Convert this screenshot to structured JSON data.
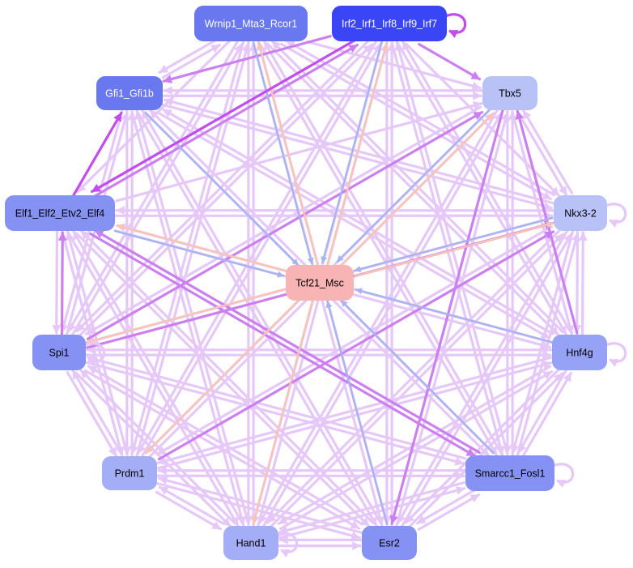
{
  "nodes": [
    {
      "id": "wrnip1",
      "label": "Wrnip1_Mta3_Rcor1",
      "fill": "#6a78f0",
      "text": "#ffffff"
    },
    {
      "id": "irf",
      "label": "Irf2_Irf1_Irf8_Irf9_Irf7",
      "fill": "#3a46f5",
      "text": "#ffffff"
    },
    {
      "id": "gfi1",
      "label": "Gfi1_Gfi1b",
      "fill": "#6a78f0",
      "text": "#ffffff"
    },
    {
      "id": "tbx5",
      "label": "Tbx5",
      "fill": "#b8c2f7",
      "text": "#000000"
    },
    {
      "id": "elf",
      "label": "Elf1_Elf2_Etv2_Elf4",
      "fill": "#8592f3",
      "text": "#000000"
    },
    {
      "id": "nkx32",
      "label": "Nkx3-2",
      "fill": "#b8c2f7",
      "text": "#000000"
    },
    {
      "id": "tcf21",
      "label": "Tcf21_Msc",
      "fill": "#f8b4b4",
      "text": "#000000"
    },
    {
      "id": "spi1",
      "label": "Spi1",
      "fill": "#8592f3",
      "text": "#000000"
    },
    {
      "id": "hnf4g",
      "label": "Hnf4g",
      "fill": "#96a2f5",
      "text": "#000000"
    },
    {
      "id": "prdm1",
      "label": "Prdm1",
      "fill": "#a4aef6",
      "text": "#000000"
    },
    {
      "id": "smarcc1",
      "label": "Smarcc1_Fosl1",
      "fill": "#8592f3",
      "text": "#000000"
    },
    {
      "id": "hand1",
      "label": "Hand1",
      "fill": "#a4aef6",
      "text": "#000000"
    },
    {
      "id": "esr2",
      "label": "Esr2",
      "fill": "#8592f3",
      "text": "#000000"
    }
  ],
  "colors": {
    "light_purple": "#e6c8f8",
    "purple": "#cc80f0",
    "strong_purple": "#c24cf0",
    "blue": "#a8b4f0",
    "peach": "#f8c4b4"
  },
  "self_loops": [
    "irf",
    "nkx32",
    "hnf4g",
    "spi1",
    "smarcc1",
    "hand1"
  ],
  "edges": [
    {
      "from": "irf",
      "to": "tbx5",
      "color": "purple"
    },
    {
      "from": "wrnip1",
      "to": "tbx5",
      "color": "light_purple"
    },
    {
      "from": "irf",
      "to": "elf",
      "color": "strong_purple"
    },
    {
      "from": "irf",
      "to": "gfi1",
      "color": "purple"
    },
    {
      "from": "elf",
      "to": "gfi1",
      "color": "strong_purple"
    },
    {
      "from": "elf",
      "to": "irf",
      "color": "purple"
    },
    {
      "from": "wrnip1",
      "to": "tcf21",
      "color": "blue"
    },
    {
      "from": "irf",
      "to": "tcf21",
      "color": "blue"
    },
    {
      "from": "gfi1",
      "to": "tcf21",
      "color": "blue"
    },
    {
      "from": "tbx5",
      "to": "tcf21",
      "color": "blue"
    },
    {
      "from": "nkx32",
      "to": "tcf21",
      "color": "blue"
    },
    {
      "from": "hnf4g",
      "to": "tcf21",
      "color": "blue"
    },
    {
      "from": "esr2",
      "to": "tcf21",
      "color": "blue"
    },
    {
      "from": "elf",
      "to": "tcf21",
      "color": "blue"
    },
    {
      "from": "tcf21",
      "to": "irf",
      "color": "peach"
    },
    {
      "from": "tcf21",
      "to": "wrnip1",
      "color": "peach"
    },
    {
      "from": "tcf21",
      "to": "elf",
      "color": "peach"
    },
    {
      "from": "tcf21",
      "to": "spi1",
      "color": "peach"
    },
    {
      "from": "tcf21",
      "to": "prdm1",
      "color": "peach"
    },
    {
      "from": "tcf21",
      "to": "hand1",
      "color": "peach"
    },
    {
      "from": "tcf21",
      "to": "tbx5",
      "color": "peach"
    },
    {
      "from": "tcf21",
      "to": "nkx32",
      "color": "peach"
    },
    {
      "from": "spi1",
      "to": "elf",
      "color": "purple"
    },
    {
      "from": "elf",
      "to": "spi1",
      "color": "light_purple"
    },
    {
      "from": "spi1",
      "to": "nkx32",
      "color": "purple"
    },
    {
      "from": "spi1",
      "to": "tbx5",
      "color": "purple"
    },
    {
      "from": "spi1",
      "to": "gfi1",
      "color": "light_purple"
    },
    {
      "from": "spi1",
      "to": "wrnip1",
      "color": "light_purple"
    },
    {
      "from": "spi1",
      "to": "irf",
      "color": "light_purple"
    },
    {
      "from": "spi1",
      "to": "prdm1",
      "color": "light_purple"
    },
    {
      "from": "spi1",
      "to": "hand1",
      "color": "light_purple"
    },
    {
      "from": "spi1",
      "to": "esr2",
      "color": "light_purple"
    },
    {
      "from": "spi1",
      "to": "smarcc1",
      "color": "light_purple"
    },
    {
      "from": "spi1",
      "to": "hnf4g",
      "color": "light_purple"
    },
    {
      "from": "elf",
      "to": "nkx32",
      "color": "light_purple"
    },
    {
      "from": "nkx32",
      "to": "elf",
      "color": "light_purple"
    },
    {
      "from": "elf",
      "to": "smarcc1",
      "color": "purple"
    },
    {
      "from": "elf",
      "to": "hnf4g",
      "color": "light_purple"
    },
    {
      "from": "elf",
      "to": "prdm1",
      "color": "light_purple"
    },
    {
      "from": "elf",
      "to": "hand1",
      "color": "light_purple"
    },
    {
      "from": "elf",
      "to": "esr2",
      "color": "light_purple"
    },
    {
      "from": "elf",
      "to": "tbx5",
      "color": "light_purple"
    },
    {
      "from": "gfi1",
      "to": "tbx5",
      "color": "light_purple"
    },
    {
      "from": "gfi1",
      "to": "nkx32",
      "color": "light_purple"
    },
    {
      "from": "gfi1",
      "to": "hnf4g",
      "color": "light_purple"
    },
    {
      "from": "gfi1",
      "to": "smarcc1",
      "color": "light_purple"
    },
    {
      "from": "gfi1",
      "to": "esr2",
      "color": "light_purple"
    },
    {
      "from": "gfi1",
      "to": "hand1",
      "color": "light_purple"
    },
    {
      "from": "gfi1",
      "to": "prdm1",
      "color": "light_purple"
    },
    {
      "from": "gfi1",
      "to": "spi1",
      "color": "light_purple"
    },
    {
      "from": "gfi1",
      "to": "wrnip1",
      "color": "light_purple"
    },
    {
      "from": "wrnip1",
      "to": "gfi1",
      "color": "light_purple"
    },
    {
      "from": "wrnip1",
      "to": "elf",
      "color": "light_purple"
    },
    {
      "from": "wrnip1",
      "to": "spi1",
      "color": "light_purple"
    },
    {
      "from": "wrnip1",
      "to": "prdm1",
      "color": "light_purple"
    },
    {
      "from": "wrnip1",
      "to": "hand1",
      "color": "light_purple"
    },
    {
      "from": "wrnip1",
      "to": "esr2",
      "color": "light_purple"
    },
    {
      "from": "wrnip1",
      "to": "smarcc1",
      "color": "light_purple"
    },
    {
      "from": "wrnip1",
      "to": "hnf4g",
      "color": "light_purple"
    },
    {
      "from": "wrnip1",
      "to": "nkx32",
      "color": "light_purple"
    },
    {
      "from": "irf",
      "to": "nkx32",
      "color": "light_purple"
    },
    {
      "from": "irf",
      "to": "hnf4g",
      "color": "light_purple"
    },
    {
      "from": "irf",
      "to": "smarcc1",
      "color": "light_purple"
    },
    {
      "from": "irf",
      "to": "esr2",
      "color": "light_purple"
    },
    {
      "from": "irf",
      "to": "hand1",
      "color": "light_purple"
    },
    {
      "from": "irf",
      "to": "prdm1",
      "color": "light_purple"
    },
    {
      "from": "irf",
      "to": "spi1",
      "color": "light_purple"
    },
    {
      "from": "tbx5",
      "to": "gfi1",
      "color": "light_purple"
    },
    {
      "from": "tbx5",
      "to": "spi1",
      "color": "light_purple"
    },
    {
      "from": "tbx5",
      "to": "prdm1",
      "color": "light_purple"
    },
    {
      "from": "tbx5",
      "to": "hand1",
      "color": "light_purple"
    },
    {
      "from": "tbx5",
      "to": "esr2",
      "color": "purple"
    },
    {
      "from": "tbx5",
      "to": "smarcc1",
      "color": "light_purple"
    },
    {
      "from": "tbx5",
      "to": "nkx32",
      "color": "light_purple"
    },
    {
      "from": "tbx5",
      "to": "hnf4g",
      "color": "light_purple"
    },
    {
      "from": "nkx32",
      "to": "gfi1",
      "color": "light_purple"
    },
    {
      "from": "nkx32",
      "to": "spi1",
      "color": "light_purple"
    },
    {
      "from": "nkx32",
      "to": "prdm1",
      "color": "light_purple"
    },
    {
      "from": "nkx32",
      "to": "hand1",
      "color": "light_purple"
    },
    {
      "from": "nkx32",
      "to": "esr2",
      "color": "light_purple"
    },
    {
      "from": "nkx32",
      "to": "smarcc1",
      "color": "light_purple"
    },
    {
      "from": "nkx32",
      "to": "hnf4g",
      "color": "light_purple"
    },
    {
      "from": "nkx32",
      "to": "wrnip1",
      "color": "light_purple"
    },
    {
      "from": "nkx32",
      "to": "tbx5",
      "color": "light_purple"
    },
    {
      "from": "hnf4g",
      "to": "gfi1",
      "color": "light_purple"
    },
    {
      "from": "hnf4g",
      "to": "elf",
      "color": "light_purple"
    },
    {
      "from": "hnf4g",
      "to": "spi1",
      "color": "light_purple"
    },
    {
      "from": "hnf4g",
      "to": "prdm1",
      "color": "light_purple"
    },
    {
      "from": "hnf4g",
      "to": "hand1",
      "color": "light_purple"
    },
    {
      "from": "hnf4g",
      "to": "esr2",
      "color": "light_purple"
    },
    {
      "from": "hnf4g",
      "to": "smarcc1",
      "color": "light_purple"
    },
    {
      "from": "hnf4g",
      "to": "nkx32",
      "color": "light_purple"
    },
    {
      "from": "hnf4g",
      "to": "tbx5",
      "color": "purple"
    },
    {
      "from": "hnf4g",
      "to": "irf",
      "color": "light_purple"
    },
    {
      "from": "hnf4g",
      "to": "wrnip1",
      "color": "light_purple"
    },
    {
      "from": "prdm1",
      "to": "gfi1",
      "color": "light_purple"
    },
    {
      "from": "prdm1",
      "to": "elf",
      "color": "light_purple"
    },
    {
      "from": "prdm1",
      "to": "spi1",
      "color": "light_purple"
    },
    {
      "from": "prdm1",
      "to": "hand1",
      "color": "light_purple"
    },
    {
      "from": "prdm1",
      "to": "esr2",
      "color": "light_purple"
    },
    {
      "from": "prdm1",
      "to": "smarcc1",
      "color": "light_purple"
    },
    {
      "from": "prdm1",
      "to": "hnf4g",
      "color": "light_purple"
    },
    {
      "from": "prdm1",
      "to": "nkx32",
      "color": "purple"
    },
    {
      "from": "prdm1",
      "to": "tbx5",
      "color": "light_purple"
    },
    {
      "from": "prdm1",
      "to": "irf",
      "color": "light_purple"
    },
    {
      "from": "prdm1",
      "to": "wrnip1",
      "color": "light_purple"
    },
    {
      "from": "smarcc1",
      "to": "gfi1",
      "color": "light_purple"
    },
    {
      "from": "smarcc1",
      "to": "elf",
      "color": "purple"
    },
    {
      "from": "smarcc1",
      "to": "spi1",
      "color": "light_purple"
    },
    {
      "from": "smarcc1",
      "to": "prdm1",
      "color": "light_purple"
    },
    {
      "from": "smarcc1",
      "to": "hand1",
      "color": "light_purple"
    },
    {
      "from": "smarcc1",
      "to": "esr2",
      "color": "light_purple"
    },
    {
      "from": "smarcc1",
      "to": "hnf4g",
      "color": "light_purple"
    },
    {
      "from": "smarcc1",
      "to": "nkx32",
      "color": "light_purple"
    },
    {
      "from": "smarcc1",
      "to": "tbx5",
      "color": "light_purple"
    },
    {
      "from": "smarcc1",
      "to": "irf",
      "color": "light_purple"
    },
    {
      "from": "smarcc1",
      "to": "wrnip1",
      "color": "light_purple"
    },
    {
      "from": "smarcc1",
      "to": "tcf21",
      "color": "blue"
    },
    {
      "from": "hand1",
      "to": "gfi1",
      "color": "light_purple"
    },
    {
      "from": "hand1",
      "to": "elf",
      "color": "light_purple"
    },
    {
      "from": "hand1",
      "to": "spi1",
      "color": "light_purple"
    },
    {
      "from": "hand1",
      "to": "prdm1",
      "color": "light_purple"
    },
    {
      "from": "hand1",
      "to": "esr2",
      "color": "light_purple"
    },
    {
      "from": "hand1",
      "to": "smarcc1",
      "color": "light_purple"
    },
    {
      "from": "hand1",
      "to": "hnf4g",
      "color": "light_purple"
    },
    {
      "from": "hand1",
      "to": "nkx32",
      "color": "light_purple"
    },
    {
      "from": "hand1",
      "to": "tbx5",
      "color": "light_purple"
    },
    {
      "from": "hand1",
      "to": "irf",
      "color": "light_purple"
    },
    {
      "from": "hand1",
      "to": "wrnip1",
      "color": "light_purple"
    },
    {
      "from": "esr2",
      "to": "gfi1",
      "color": "light_purple"
    },
    {
      "from": "esr2",
      "to": "elf",
      "color": "light_purple"
    },
    {
      "from": "esr2",
      "to": "spi1",
      "color": "light_purple"
    },
    {
      "from": "esr2",
      "to": "prdm1",
      "color": "light_purple"
    },
    {
      "from": "esr2",
      "to": "hand1",
      "color": "light_purple"
    },
    {
      "from": "esr2",
      "to": "smarcc1",
      "color": "light_purple"
    },
    {
      "from": "esr2",
      "to": "hnf4g",
      "color": "light_purple"
    },
    {
      "from": "esr2",
      "to": "nkx32",
      "color": "light_purple"
    },
    {
      "from": "esr2",
      "to": "tbx5",
      "color": "light_purple"
    },
    {
      "from": "esr2",
      "to": "irf",
      "color": "light_purple"
    },
    {
      "from": "esr2",
      "to": "wrnip1",
      "color": "light_purple"
    }
  ]
}
